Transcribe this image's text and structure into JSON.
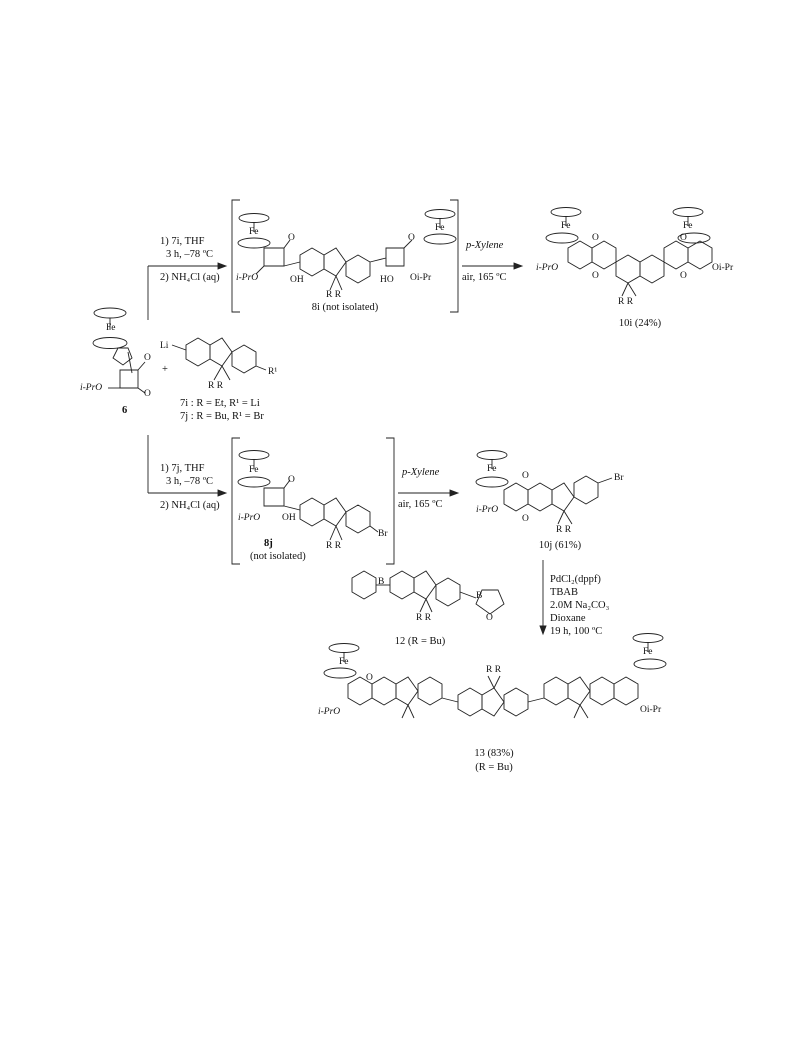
{
  "top_conditions": {
    "line1": "1) 7i, THF",
    "line2": "3 h, –78 ºC",
    "line3": "2) NH₄Cl (aq)"
  },
  "bottom_conditions": {
    "line1": "1) 7j, THF",
    "line2": "3 h, –78 ºC",
    "line3": "2) NH₄Cl (aq)"
  },
  "heat_top": {
    "solvent": "p-Xylene",
    "cond": "air, 165 ºC"
  },
  "heat_bottom": {
    "solvent": "p-Xylene",
    "cond": "air, 165 ºC"
  },
  "coupling": {
    "l1": "PdCl₂(dppf)",
    "l2": "TBAB",
    "l3": "2.0M Na₂CO₃",
    "l4": "Dioxane",
    "l5": "19 h, 100 ºC"
  },
  "compound6": {
    "label": "6",
    "fe": "Fe",
    "ipro": "i-PrO",
    "o1": "O",
    "o2": "O"
  },
  "reagent7": {
    "li": "Li",
    "r1": "R¹",
    "rr": "R  R",
    "plus": "+",
    "def_i": "7i : R = Et,  R¹ = Li",
    "def_j": "7j : R = Bu, R¹ = Br"
  },
  "compound8i": {
    "label": "8i (not isolated)",
    "fe1": "Fe",
    "fe2": "Fe",
    "ipro": "i-PrO",
    "oipr": "Oi-Pr",
    "oh": "OH",
    "ho": "HO",
    "o1": "O",
    "o2": "O",
    "rr": "R  R"
  },
  "compound10i": {
    "label": "10i (24%)",
    "fe1": "Fe",
    "fe2": "Fe",
    "ipro": "i-PrO",
    "oipr": "Oi-Pr",
    "o1": "O",
    "o2": "O",
    "o3": "O",
    "o4": "O",
    "rr": "R  R"
  },
  "compound8j": {
    "label": "8j",
    "sub": "(not isolated)",
    "fe": "Fe",
    "ipro": "i-PrO",
    "oh": "OH",
    "o": "O",
    "br": "Br",
    "rr": "R  R"
  },
  "compound10j": {
    "label": "10j (61%)",
    "fe": "Fe",
    "ipro": "i-PrO",
    "o1": "O",
    "o2": "O",
    "br": "Br",
    "rr": "R  R"
  },
  "compound12": {
    "label": "12 (R = Bu)",
    "b1": "B",
    "b2": "B",
    "o": "O",
    "rr": "R  R"
  },
  "compound13": {
    "label": "13 (83%)",
    "sub": "(R = Bu)",
    "fe1": "Fe",
    "fe2": "Fe",
    "ipro": "i-PrO",
    "oipr": "Oi-Pr",
    "o": "O",
    "rr": "R  R"
  }
}
